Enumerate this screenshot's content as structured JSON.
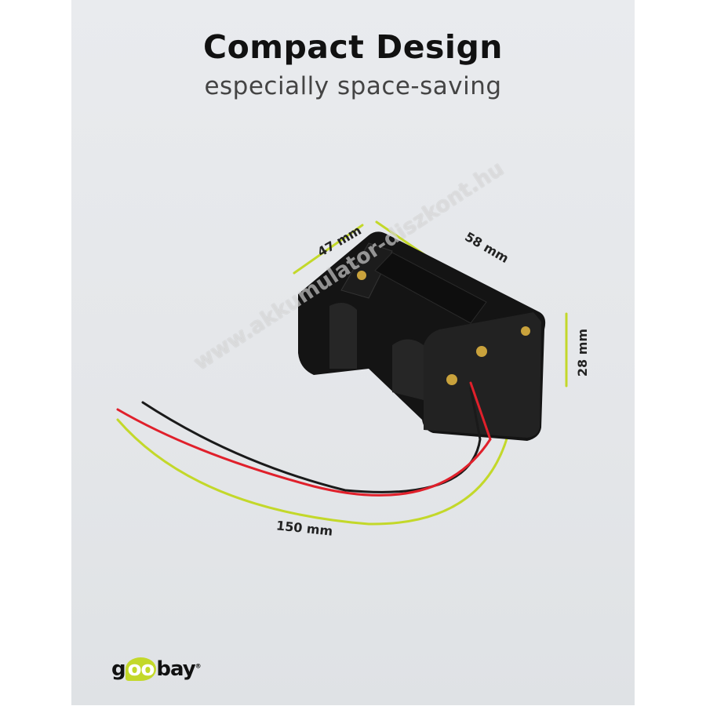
{
  "header": {
    "title": "Compact Design",
    "subtitle": "especially space-saving"
  },
  "dimensions": {
    "width": "47 mm",
    "length": "58 mm",
    "height": "28 mm",
    "cable": "150 mm"
  },
  "brand": {
    "logo_text": "goobay",
    "registered": "®",
    "accent": "#c3d82a"
  },
  "watermark": "www.akkumulator-diszkont.hu"
}
